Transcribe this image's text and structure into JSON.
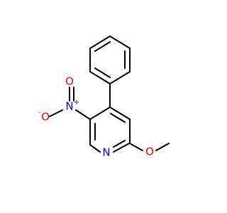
{
  "molecule": {
    "atoms": {
      "nitrogen_ring": {
        "symbol": "N",
        "color": "#0000ff"
      },
      "oxygen_methoxy": {
        "symbol": "O",
        "color": "#ff0000"
      },
      "nitrogen_nitro": {
        "symbol": "N",
        "color": "#0000ff",
        "charge": "+"
      },
      "oxygen_nitro_double": {
        "symbol": "O",
        "color": "#ff0000"
      },
      "oxygen_nitro_single": {
        "symbol": "O",
        "color": "#ff0000",
        "charge": "-"
      }
    },
    "bond_color": "#000000"
  }
}
